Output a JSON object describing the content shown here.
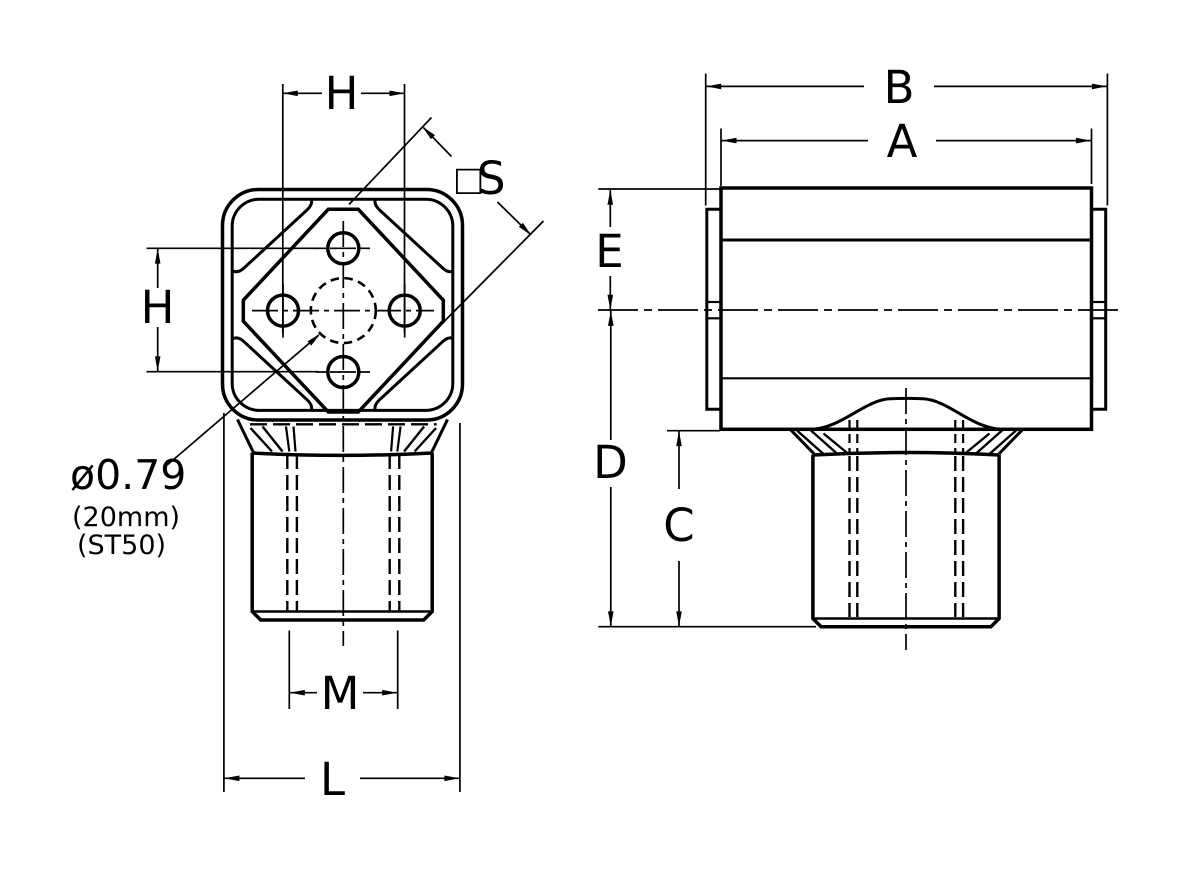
{
  "drawing": {
    "type": "technical-dimension-drawing",
    "background_color": "#ffffff",
    "line_color": "#000000",
    "views": {
      "front": {
        "description": "square flange face with diamond web, center bore, four holes and threaded stem",
        "dimension_labels": [
          "H",
          "H",
          "□S",
          "M",
          "L"
        ]
      },
      "side": {
        "description": "side elevation of body with side tabs, center axis and threaded stem",
        "dimension_labels": [
          "B",
          "A",
          "E",
          "D",
          "C"
        ]
      }
    },
    "labels": {
      "h_top": "H",
      "h_side": "H",
      "s_square": "□",
      "s": "S",
      "m": "M",
      "l": "L",
      "b": "B",
      "a": "A",
      "e": "E",
      "d": "D",
      "c": "C"
    },
    "callouts": {
      "diameter": "ø0.79",
      "metric": "(20mm)",
      "material": "(ST50)"
    }
  }
}
